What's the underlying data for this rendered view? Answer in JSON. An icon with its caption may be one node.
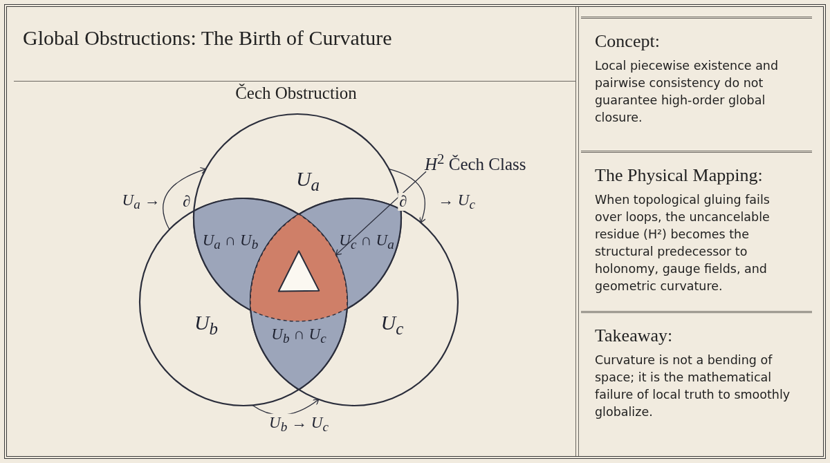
{
  "diagram": {
    "title": "Global Obstructions: The Birth of Curvature",
    "nodes": [
      {
        "text": [
          "U$_{a}$"
        ]
      },
      {
        "text": [
          "U$_{b}$"
        ]
      },
      {
        "text": [
          "U$_{c}$"
        ]
      },
      {
        "text": [
          "U$_{a}$ ∩ U$_{b}$"
        ]
      },
      {
        "text": [
          "U$_{c}$ ∩ U$_{a}$"
        ]
      },
      {
        "text": [
          "U$_{b}$ ∩ U$_{c}$"
        ]
      },
      {
        "text": [],
        "shape": "triangle"
      },
      {
        "text": [
          "*H*$^{2}$ Čech Class"
        ]
      },
      {
        "text": [
          "Concept:",
          "Local piecewise existence and pairwise consistency do not guarantee high-order global closure."
        ]
      },
      {
        "text": [
          "The Physical Mapping:",
          "When topological gluing fails over loops, the uncancelable residue (H²) becomes the structural predecessor to holonomy, gauge fields, and geometric curvature."
        ]
      },
      {
        "text": [
          "Takeaway:",
          "Curvature is not a bending of space; it is the mathematical failure of local truth to smoothly globalize."
        ]
      }
    ],
    "edges": [
      {
        "from": 1,
        "to": 0,
        "arrow": "to",
        "label": "∂"
      },
      {
        "from": 0,
        "to": 2,
        "arrow": "to",
        "label": "∂"
      },
      {
        "from": 1,
        "to": 2,
        "arrow": "to",
        "label": "U$_{b}$ → U$_{c}$"
      },
      {
        "from": 7,
        "to": 6,
        "arrow": "to"
      }
    ],
    "labels": [
      "Čech Obstruction",
      "U$_{a}$ →",
      "→ U$_{c}$"
    ]
  }
}
